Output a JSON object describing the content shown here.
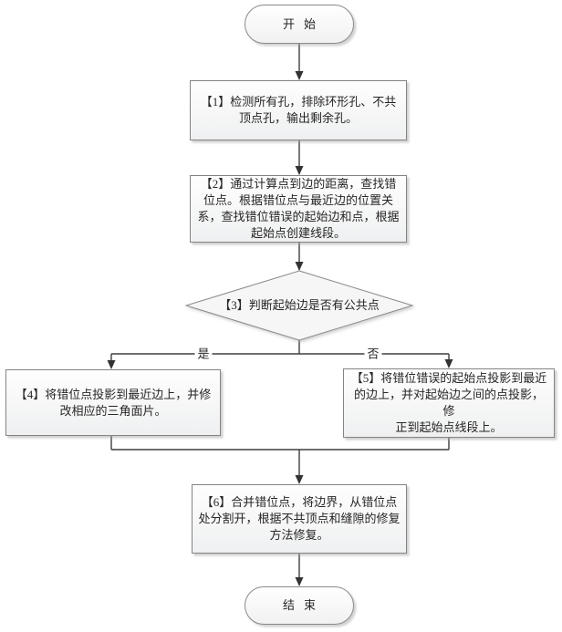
{
  "flowchart": {
    "start": "开始",
    "step1": "【1】检测所有孔，排除环形孔、不共\n顶点孔，输出剩余孔。",
    "step2": "【2】通过计算点到边的距离，查找错\n位点。根据错位点与最近边的位置关\n系，查找错位错误的起始边和点，根据\n起始点创建线段。",
    "decision3": "【3】判断起始边是否有公共点",
    "branch_yes": "是",
    "branch_no": "否",
    "step4": "【4】将错位点投影到最近边上，并修\n改相应的三角面片。",
    "step5": "【5】将错位错误的起始点投影到最近\n的边上，并对起始边之间的点投影，修\n正到起始点线段上。",
    "step6": "【6】合并错位点，将边界，从错位点\n处分割开，根据不共顶点和缝隙的修复\n方法修复。",
    "end": "结束"
  },
  "colors": {
    "connector": "#3f3f3f",
    "arrowhead": "#333333",
    "node_border": "#848484",
    "node_fill": "#f6f6f7",
    "text": "#262626"
  }
}
